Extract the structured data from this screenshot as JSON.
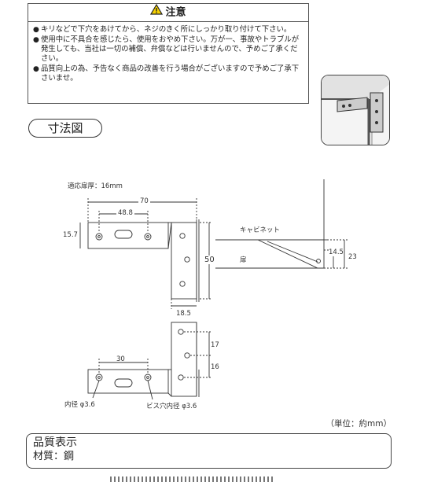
{
  "caution": {
    "title": "注意",
    "items": [
      "キリなどで下穴をあけてから、ネジのきく所にしっかり取り付けて下さい。",
      "使用中に不具合を感じたら、使用をおやめ下さい。万が一、事故やトラブルが発生しても、当社は一切の補償、弁償などは行いませんので、予めご了承ください。",
      "品質向上の為、予告なく商品の改善を行う場合がございますので予めご了承下さいませ。"
    ]
  },
  "dimension_title": "寸法図",
  "drawing": {
    "door_thickness_label": "適応扉厚：16mm",
    "dims": {
      "width_total": "70",
      "hole_pitch_top": "48.8",
      "height_left": "15.7",
      "height_plate": "50",
      "plate_width": "18.5",
      "hole_spacing": "30",
      "lower_17": "17",
      "lower_16": "16",
      "side_14_5": "14.5",
      "side_23": "23"
    },
    "labels": {
      "cabinet": "キャビネット",
      "door": "扉",
      "inner_dia": "内径 φ3.6",
      "screw_dia": "ビス穴内径 φ3.6"
    }
  },
  "unit_note": "（単位：約mm）",
  "quality": {
    "title": "品質表示",
    "material": "材質：鋼"
  },
  "colors": {
    "line": "#333333",
    "warn_yellow": "#f5d000"
  }
}
